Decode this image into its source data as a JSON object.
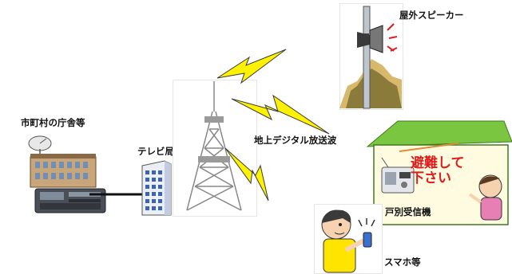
{
  "labels": {
    "municipal_office": "市町村の庁舎等",
    "tv_station": "テレビ局",
    "terrestrial_digital": "地上デジタル放送波",
    "outdoor_speaker": "屋外スピーカー",
    "household_receiver": "戸別受信機",
    "smartphone": "スマホ等"
  },
  "house_message": {
    "line1": "避難して",
    "line2": "下さい"
  },
  "colors": {
    "lightning": "#fff200",
    "lightning_stroke": "#3a3a3a",
    "house_wall": "#fffbe0",
    "house_roof": "#7bc640",
    "accent_red": "#e01b1b",
    "building_blue": "#3b63b0"
  }
}
